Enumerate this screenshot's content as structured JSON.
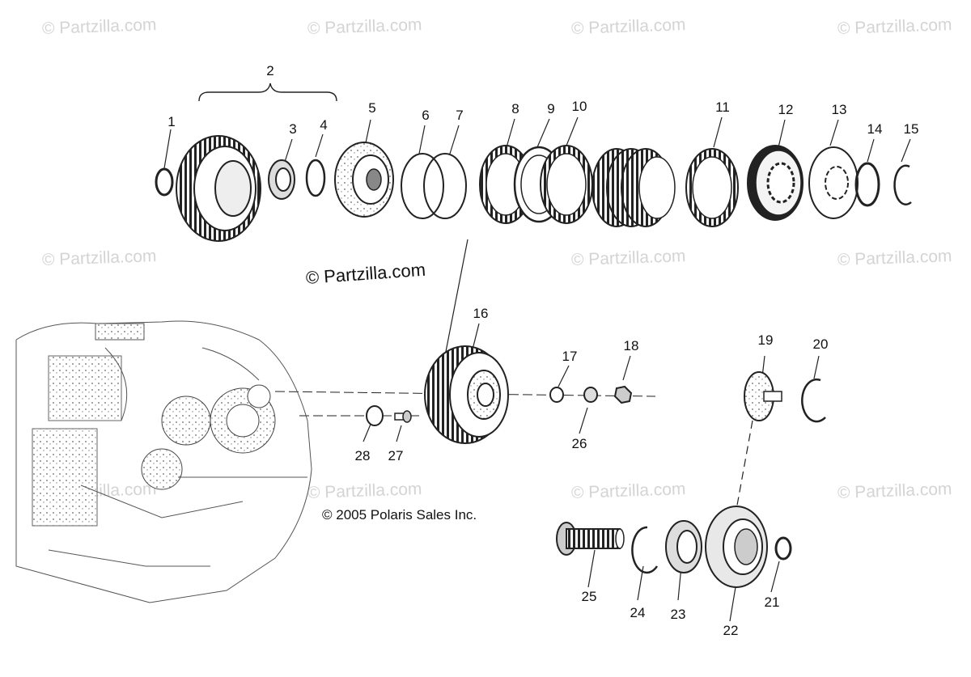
{
  "watermark_text": "© Partzilla.com",
  "main_copyright": "© Partzilla.com",
  "polaris_copyright": "© 2005 Polaris Sales Inc.",
  "callouts": [
    "1",
    "2",
    "3",
    "4",
    "5",
    "6",
    "7",
    "8",
    "9",
    "10",
    "11",
    "12",
    "13",
    "14",
    "15",
    "16",
    "17",
    "18",
    "19",
    "20",
    "21",
    "22",
    "23",
    "24",
    "25",
    "26",
    "27",
    "28"
  ]
}
